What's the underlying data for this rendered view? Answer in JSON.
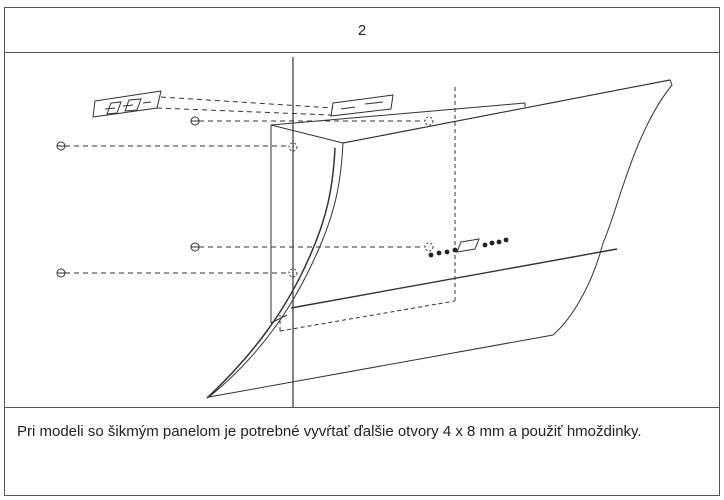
{
  "step": {
    "number": "2"
  },
  "figure": {
    "illustration": "range-hood-wall-mounting-drawing"
  },
  "caption": {
    "text": "Pri modeli so šikmým panelom je potrebné vyvŕtať ďalšie otvory 4 x 8 mm a použiť hmoždinky."
  },
  "colors": {
    "line": "#333333",
    "border": "#555555",
    "background": "#ffffff"
  }
}
